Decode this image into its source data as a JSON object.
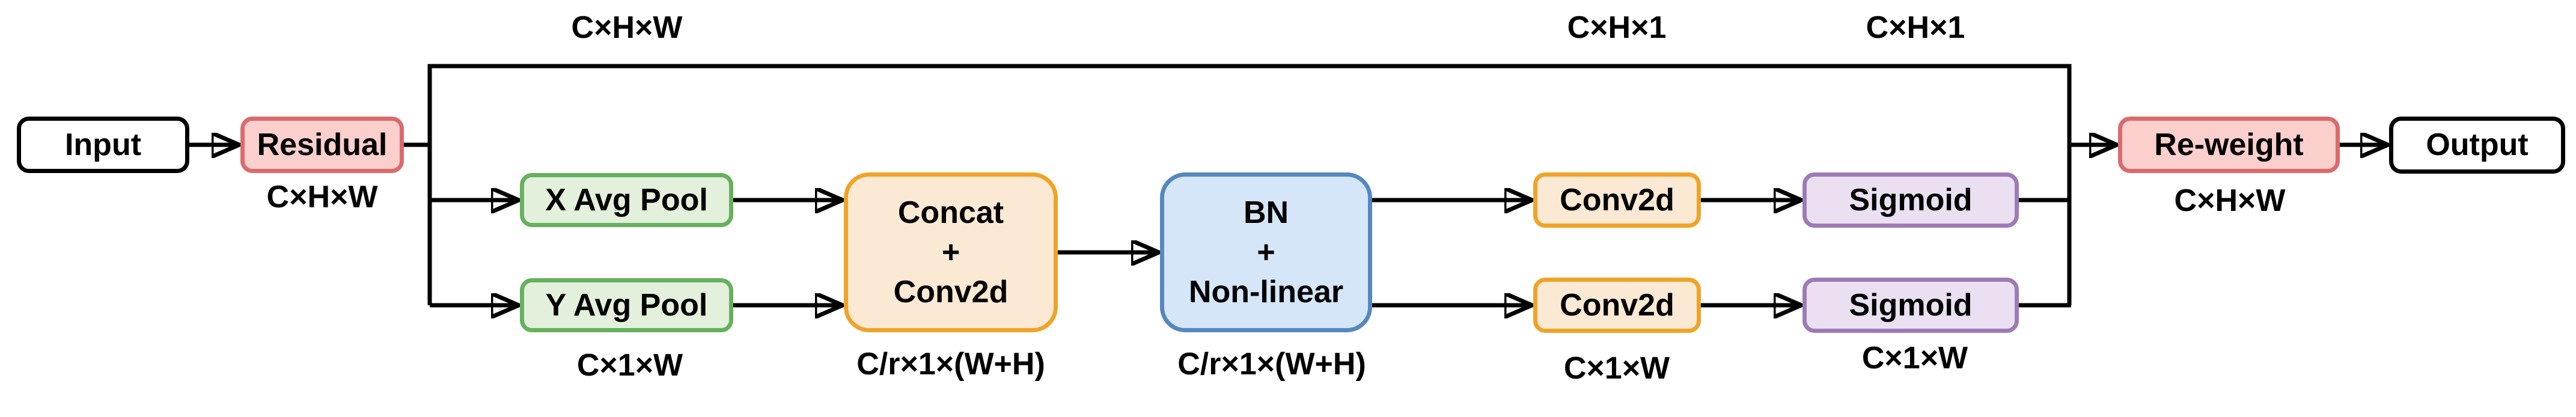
{
  "palette": {
    "line": "#000000",
    "red-fill": "#FACFCC",
    "red-border": "#DB6B6B",
    "green-fill": "#E2F0DC",
    "green-border": "#66B05E",
    "orange-fill": "#FCE9D4",
    "orange-border": "#EFA428",
    "blue-fill": "#D5E6F8",
    "blue-border": "#5588BE",
    "purple-fill": "#EBE0F1",
    "purple-border": "#9E7BB5"
  },
  "nodes": {
    "input": {
      "label": "Input"
    },
    "residual": {
      "label": "Residual"
    },
    "x_avg_pool": {
      "label": "X Avg Pool"
    },
    "y_avg_pool": {
      "label": "Y Avg Pool"
    },
    "concat_conv": {
      "line1": "Concat",
      "line2": "+",
      "line3": "Conv2d"
    },
    "bn_nonlinear": {
      "line1": "BN",
      "line2": "+",
      "line3": "Non-linear"
    },
    "conv2d_top": {
      "label": "Conv2d"
    },
    "conv2d_bottom": {
      "label": "Conv2d"
    },
    "sigmoid_top": {
      "label": "Sigmoid"
    },
    "sigmoid_bottom": {
      "label": "Sigmoid"
    },
    "reweight": {
      "label": "Re-weight"
    },
    "output": {
      "label": "Output"
    }
  },
  "dims": {
    "skip_top": "C×H×W",
    "residual_out": "C×H×W",
    "y_pool_out": "C×1×W",
    "concat_out": "C/r×1×(W+H)",
    "bn_out": "C/r×1×(W+H)",
    "conv_top_out": "C×H×1",
    "sigmoid_top_out": "C×H×1",
    "conv_bottom_out": "C×1×W",
    "sigmoid_bottom_out": "C×1×W",
    "reweight_out": "C×H×W"
  }
}
